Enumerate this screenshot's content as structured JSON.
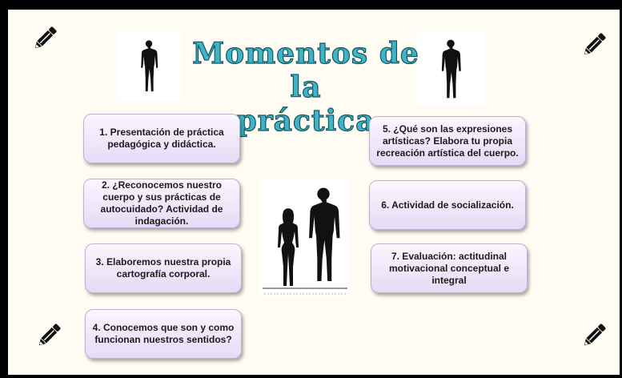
{
  "title": {
    "line1": "Momentos de la",
    "line2": "práctica"
  },
  "steps": [
    {
      "label": "1. Presentación de práctica pedagógica y didáctica."
    },
    {
      "label": "2. ¿Reconocemos nuestro cuerpo y sus prácticas de autocuidado? Actividad de indagación."
    },
    {
      "label": "3. Elaboremos nuestra propia cartografía corporal."
    },
    {
      "label": "4. Conocemos que son y como funcionan nuestros sentidos?"
    },
    {
      "label": "5. ¿Qué son las expresiones artísticas? Elabora tu propia recreación artística del cuerpo."
    },
    {
      "label": "6. Actividad de socialización."
    },
    {
      "label": "7. Evaluación: actitudinal motivacional conceptual e integral"
    }
  ],
  "icons": {
    "pencil": "pencil-icon",
    "figure": "human-silhouette"
  },
  "colors": {
    "title": "#3fb3c7",
    "box": "#e5dbf6",
    "background": "#fffdf3"
  }
}
